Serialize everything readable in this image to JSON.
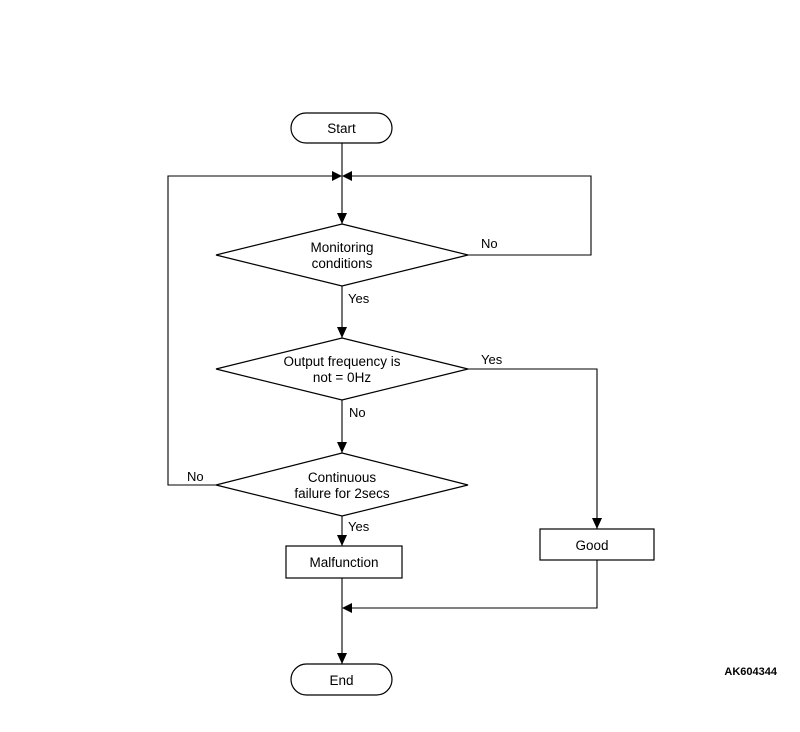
{
  "flowchart": {
    "start": "Start",
    "decision_monitoring": [
      "Monitoring",
      "conditions"
    ],
    "decision_frequency": [
      "Output frequency is",
      "not = 0Hz"
    ],
    "decision_failure": [
      "Continuous",
      "failure for 2secs"
    ],
    "malfunction": "Malfunction",
    "good": "Good",
    "end": "End",
    "edge_labels": {
      "monitoring_no": "No",
      "monitoring_yes": "Yes",
      "frequency_yes": "Yes",
      "frequency_no": "No",
      "failure_no": "No",
      "failure_yes": "Yes"
    }
  },
  "figure_code": "AK604344"
}
